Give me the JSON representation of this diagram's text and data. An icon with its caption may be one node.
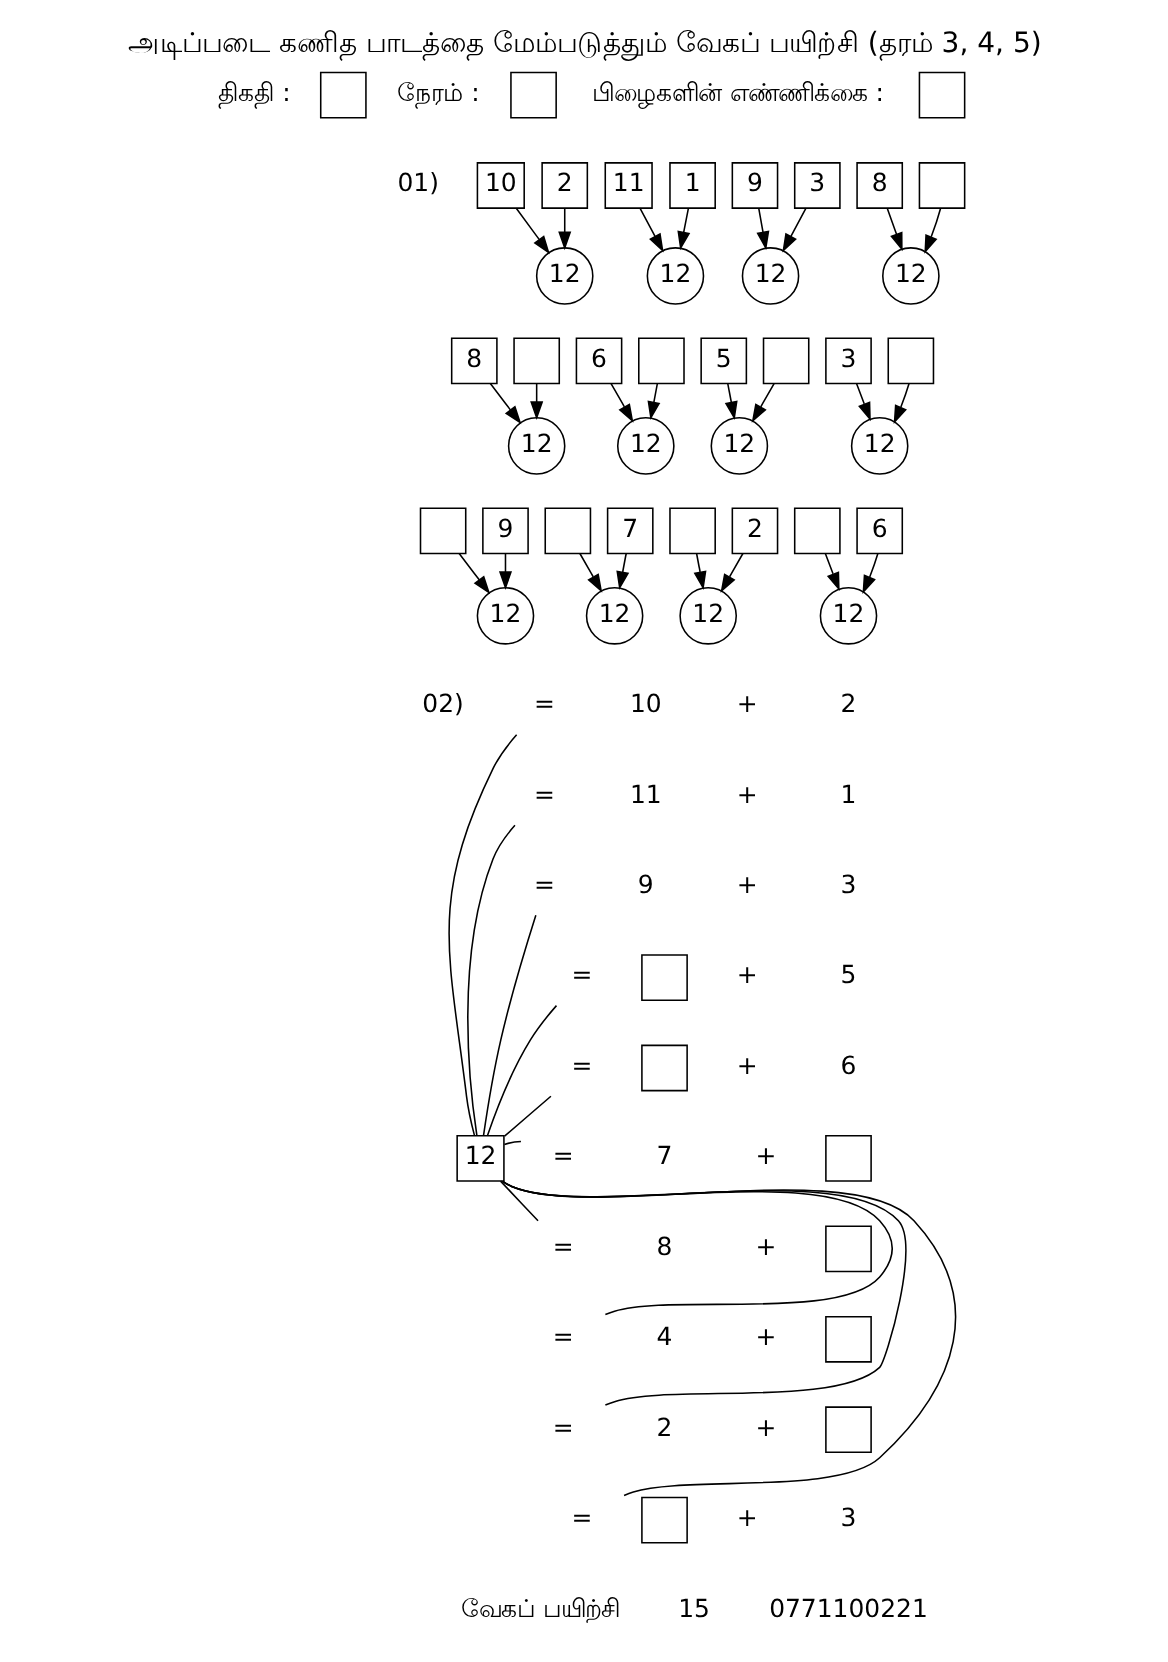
{
  "diagram": {
    "title": "அடிப்படை கணித பாடத்தை மேம்படுத்தும் வேகப் பயிற்சி (தரம் 3, 4, 5)",
    "nodes": [
      {
        "text": [],
        "shape": "box"
      },
      {
        "text": [],
        "shape": "box"
      },
      {
        "text": [],
        "shape": "box"
      },
      {
        "text": [
          "10"
        ]
      },
      {
        "text": [
          "2"
        ]
      },
      {
        "text": [
          "12"
        ]
      },
      {
        "text": [
          "11"
        ]
      },
      {
        "text": [
          "1"
        ]
      },
      {
        "text": [
          "12"
        ]
      },
      {
        "text": [
          "9"
        ]
      },
      {
        "text": [
          "3"
        ]
      },
      {
        "text": [
          "12"
        ]
      },
      {
        "text": [
          "8"
        ]
      },
      {
        "text": [],
        "shape": "box"
      },
      {
        "text": [
          "12"
        ]
      },
      {
        "text": [
          "8"
        ]
      },
      {
        "text": [],
        "shape": "box"
      },
      {
        "text": [
          "12"
        ]
      },
      {
        "text": [
          "6"
        ]
      },
      {
        "text": [],
        "shape": "box"
      },
      {
        "text": [
          "12"
        ]
      },
      {
        "text": [
          "5"
        ]
      },
      {
        "text": [],
        "shape": "box"
      },
      {
        "text": [
          "12"
        ]
      },
      {
        "text": [
          "3"
        ]
      },
      {
        "text": [],
        "shape": "box"
      },
      {
        "text": [
          "12"
        ]
      },
      {
        "text": [],
        "shape": "box"
      },
      {
        "text": [
          "9"
        ]
      },
      {
        "text": [
          "12"
        ]
      },
      {
        "text": [],
        "shape": "box"
      },
      {
        "text": [
          "7"
        ]
      },
      {
        "text": [
          "12"
        ]
      },
      {
        "text": [],
        "shape": "box"
      },
      {
        "text": [
          "2"
        ]
      },
      {
        "text": [
          "12"
        ]
      },
      {
        "text": [],
        "shape": "box"
      },
      {
        "text": [
          "6"
        ]
      },
      {
        "text": [
          "12"
        ]
      },
      {
        "text": [
          "12"
        ]
      },
      {
        "text": [
          "="
        ]
      },
      {
        "text": [
          "="
        ]
      },
      {
        "text": [
          "="
        ]
      },
      {
        "text": [
          "="
        ]
      },
      {
        "text": [],
        "shape": "box"
      },
      {
        "text": [
          "="
        ]
      },
      {
        "text": [],
        "shape": "box"
      },
      {
        "text": [
          "="
        ]
      },
      {
        "text": [],
        "shape": "box"
      },
      {
        "text": [
          "="
        ]
      },
      {
        "text": [],
        "shape": "box"
      },
      {
        "text": [
          "="
        ]
      },
      {
        "text": [],
        "shape": "box"
      },
      {
        "text": [
          "="
        ]
      },
      {
        "text": [],
        "shape": "box"
      },
      {
        "text": [
          "="
        ]
      },
      {
        "text": [],
        "shape": "box"
      }
    ],
    "edges": [
      {
        "from": 3,
        "to": 5,
        "arrow": "to"
      },
      {
        "from": 4,
        "to": 5,
        "arrow": "to"
      },
      {
        "from": 6,
        "to": 8,
        "arrow": "to"
      },
      {
        "from": 7,
        "to": 8,
        "arrow": "to"
      },
      {
        "from": 9,
        "to": 11,
        "arrow": "to"
      },
      {
        "from": 10,
        "to": 11,
        "arrow": "to"
      },
      {
        "from": 12,
        "to": 14,
        "arrow": "to"
      },
      {
        "from": 13,
        "to": 14,
        "arrow": "to"
      },
      {
        "from": 15,
        "to": 17,
        "arrow": "to"
      },
      {
        "from": 16,
        "to": 17,
        "arrow": "to"
      },
      {
        "from": 18,
        "to": 20,
        "arrow": "to"
      },
      {
        "from": 19,
        "to": 20,
        "arrow": "to"
      },
      {
        "from": 21,
        "to": 23,
        "arrow": "to"
      },
      {
        "from": 22,
        "to": 23,
        "arrow": "to"
      },
      {
        "from": 24,
        "to": 26,
        "arrow": "to"
      },
      {
        "from": 25,
        "to": 26,
        "arrow": "to"
      },
      {
        "from": 27,
        "to": 29,
        "arrow": "to"
      },
      {
        "from": 28,
        "to": 29,
        "arrow": "to"
      },
      {
        "from": 30,
        "to": 32,
        "arrow": "to"
      },
      {
        "from": 31,
        "to": 32,
        "arrow": "to"
      },
      {
        "from": 33,
        "to": 35,
        "arrow": "to"
      },
      {
        "from": 34,
        "to": 35,
        "arrow": "to"
      },
      {
        "from": 36,
        "to": 38,
        "arrow": "to"
      },
      {
        "from": 37,
        "to": 38,
        "arrow": "to"
      },
      {
        "from": 39,
        "to": 40,
        "arrow": "none"
      },
      {
        "from": 39,
        "to": 41,
        "arrow": "none"
      },
      {
        "from": 39,
        "to": 42,
        "arrow": "none"
      },
      {
        "from": 39,
        "to": 43,
        "arrow": "none"
      },
      {
        "from": 39,
        "to": 45,
        "arrow": "none"
      },
      {
        "from": 39,
        "to": 47,
        "arrow": "none"
      },
      {
        "from": 39,
        "to": 49,
        "arrow": "none"
      },
      {
        "from": 39,
        "to": 51,
        "arrow": "none"
      },
      {
        "from": 39,
        "to": 53,
        "arrow": "none"
      },
      {
        "from": 39,
        "to": 55,
        "arrow": "none"
      }
    ],
    "labels": [
      "திகதி :",
      "நேரம் :",
      "பிழைகளின் எண்ணிக்கை :",
      "01)",
      "02)",
      "10",
      "+",
      "2",
      "11",
      "+",
      "1",
      "9",
      "+",
      "3",
      "+",
      "5",
      "+",
      "6",
      "7",
      "+",
      "8",
      "+",
      "4",
      "+",
      "2",
      "+",
      "+",
      "3",
      "வேகப் பயிற்சி",
      "15",
      "0771100221"
    ]
  }
}
